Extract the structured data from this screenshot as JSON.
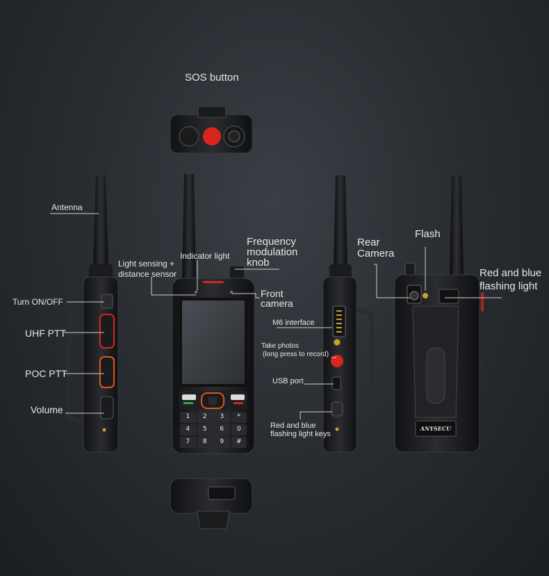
{
  "labels": {
    "sos_button": "SOS button",
    "antenna": "Antenna",
    "turn_on_off": "Turn ON/OFF",
    "uhf_ptt": "UHF PTT",
    "poc_ptt": "POC PTT",
    "volume": "Volume",
    "light_sensing_1": "Light sensing +",
    "light_sensing_2": "distance sensor",
    "indicator_light": "Indicator light",
    "frequency_1": "Frequency",
    "frequency_2": "modulation",
    "frequency_3": "knob",
    "front_camera_1": "Front",
    "front_camera_2": "camera",
    "m6_interface": "M6 interface",
    "take_photos_1": "Take photos",
    "take_photos_2": "(long press to record)",
    "usb_port": "USB port",
    "red_blue_keys_1": "Red and blue",
    "red_blue_keys_2": "flashing light keys",
    "rear_camera_1": "Rear",
    "rear_camera_2": "Camera",
    "flash": "Flash",
    "red_blue_light_1": "Red and blue",
    "red_blue_light_2": "flashing light"
  },
  "keypad": [
    "1",
    "2",
    "3",
    "*",
    "4",
    "5",
    "6",
    "0",
    "7",
    "8",
    "9",
    "#"
  ],
  "brand": "ANYSECU",
  "colors": {
    "accent_red": "#d9261c",
    "accent_orange": "#e0561a",
    "body_dark": "#1c1d1f",
    "screen": "#3c3f44"
  }
}
